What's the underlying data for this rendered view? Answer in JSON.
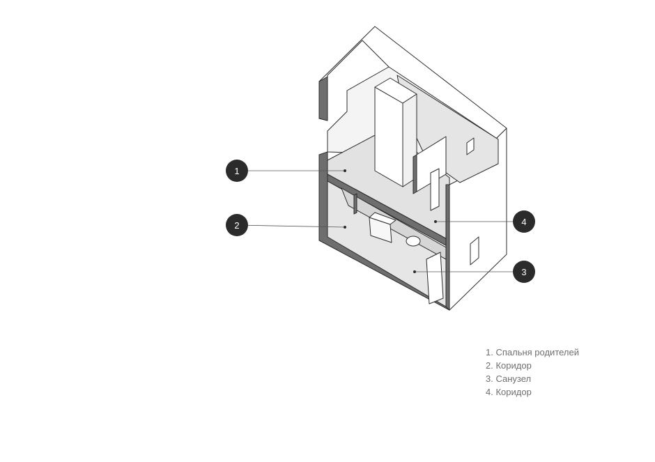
{
  "callouts": [
    {
      "number": "1"
    },
    {
      "number": "2"
    },
    {
      "number": "3"
    },
    {
      "number": "4"
    }
  ],
  "legend": {
    "items": [
      "1. Спальня родителей",
      "2. Коридор",
      "3. Санузел",
      "4. Коридор"
    ]
  },
  "colors": {
    "wall_face": "#ffffff",
    "wall_cut": "#6e6e6e",
    "floor": "#e2e2e2",
    "line": "#2b2b2b",
    "callout_fill": "#2b2b2b",
    "legend_text": "#6f6f6f"
  }
}
